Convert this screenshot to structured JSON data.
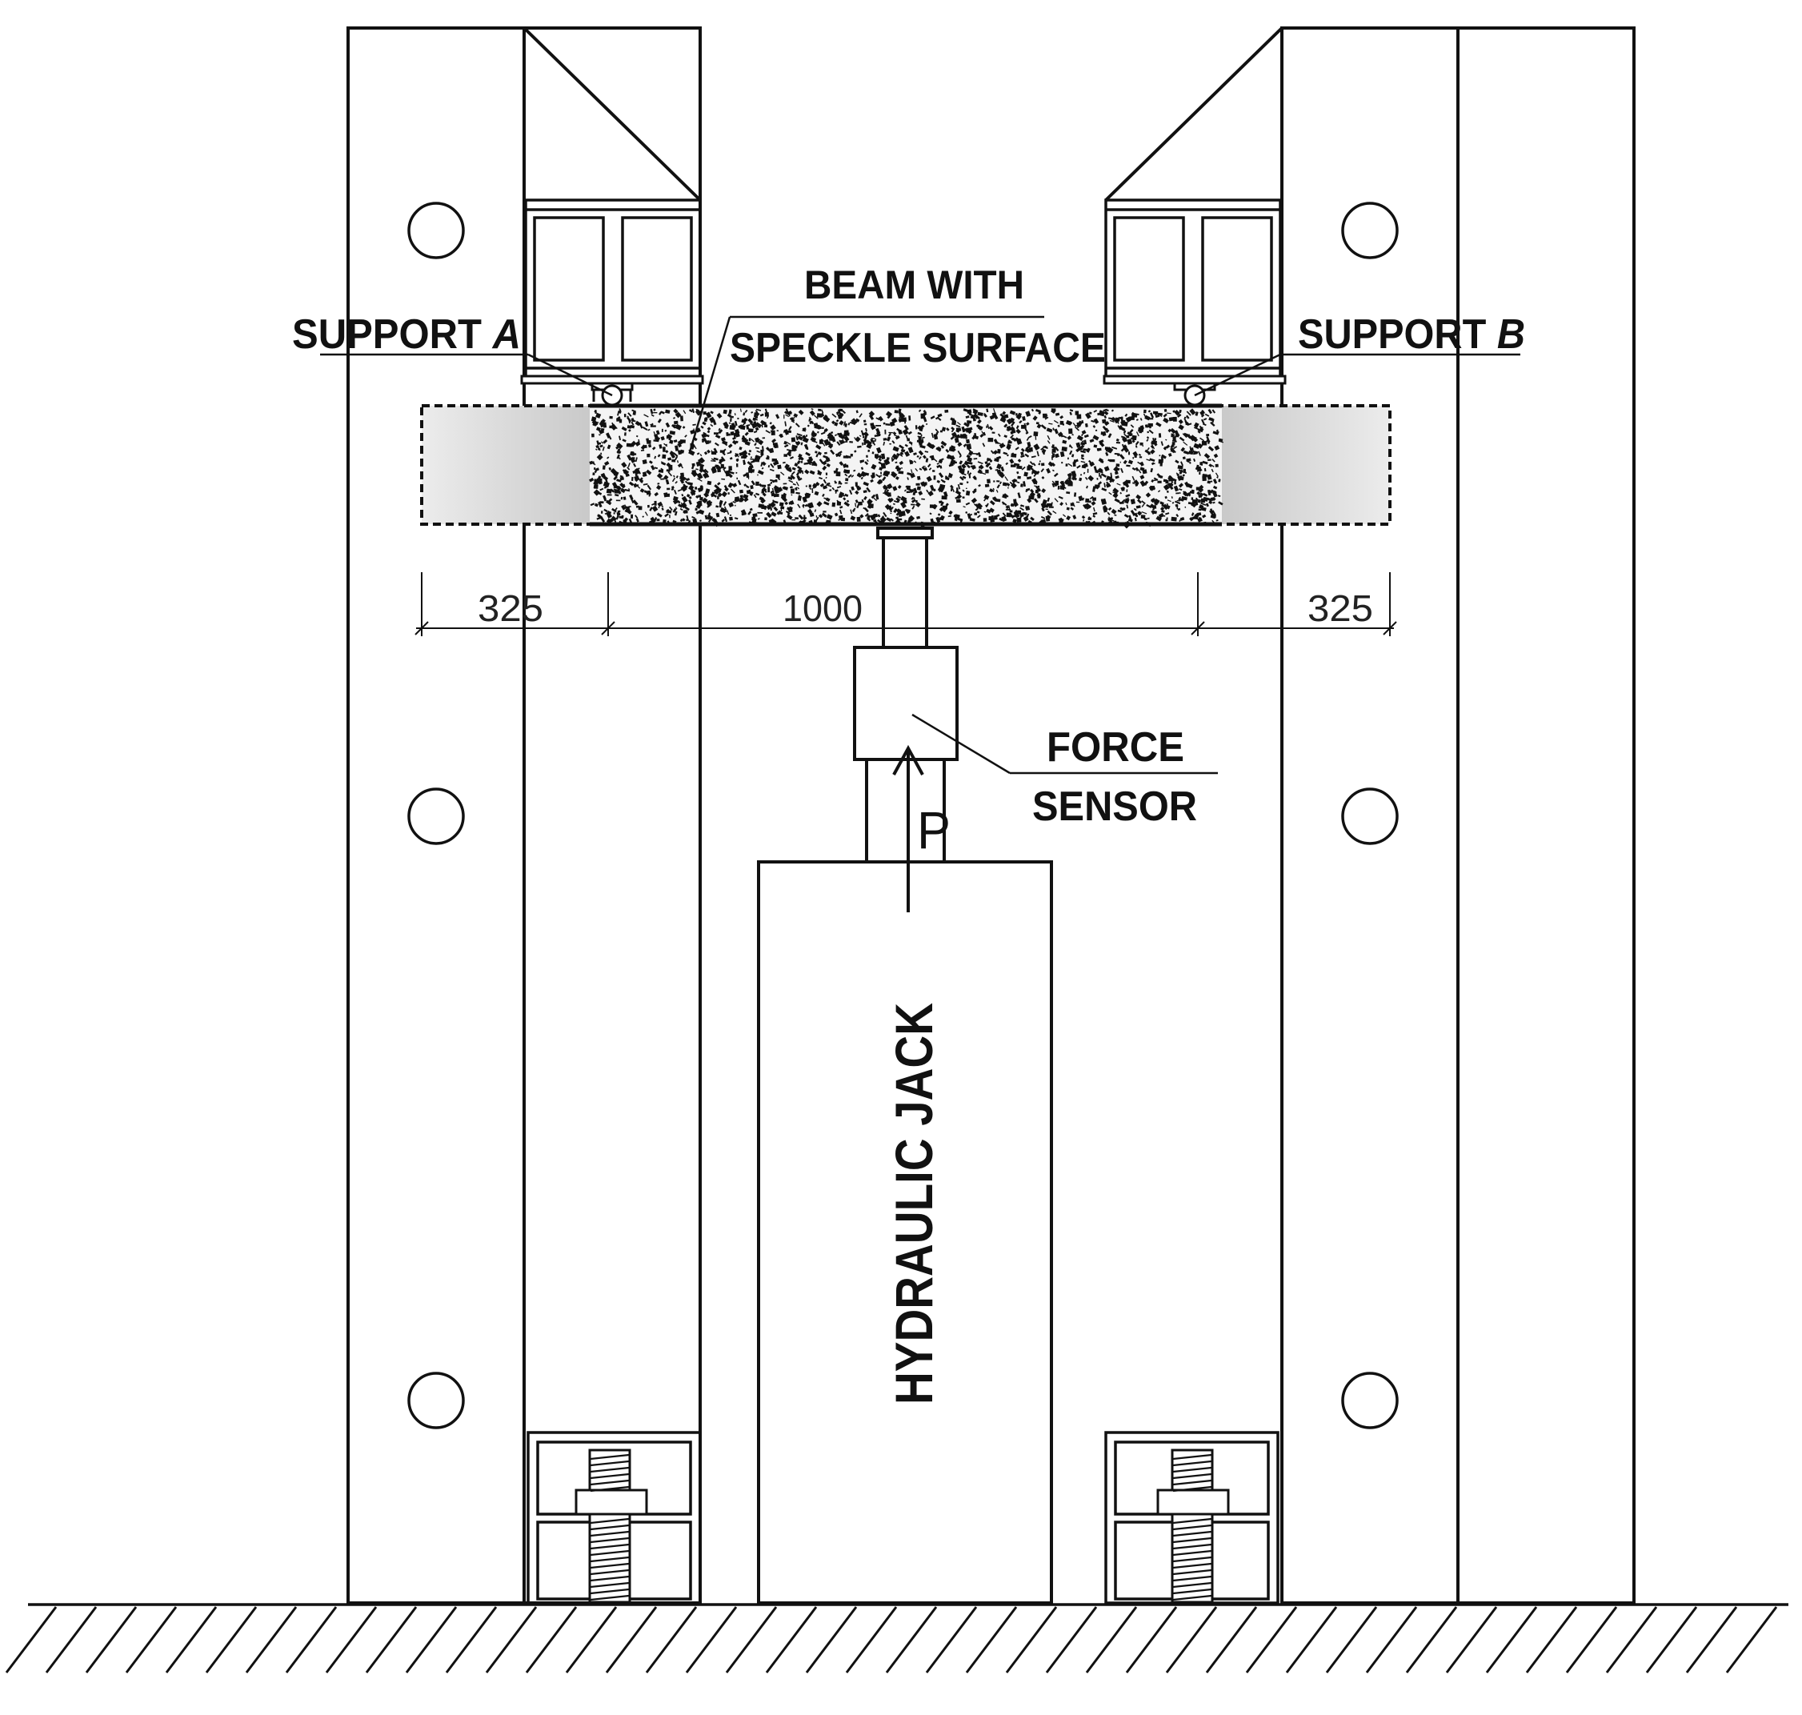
{
  "labels": {
    "beam_line1": "BEAM WITH",
    "beam_line2": "SPECKLE SURFACE",
    "support_a_prefix": "SUPPORT ",
    "support_a_letter": "A",
    "support_b_prefix": "SUPPORT ",
    "support_b_letter": "B",
    "force_line1": "FORCE",
    "force_line2": "SENSOR",
    "load": "P",
    "jack": "HYDRAULIC JACK"
  },
  "dimensions": {
    "left_overhang": "325",
    "span": "1000",
    "right_overhang": "325"
  },
  "colors": {
    "line": "#111111",
    "overhang_fill": "#d8d8d8",
    "speckle": "#111111"
  }
}
